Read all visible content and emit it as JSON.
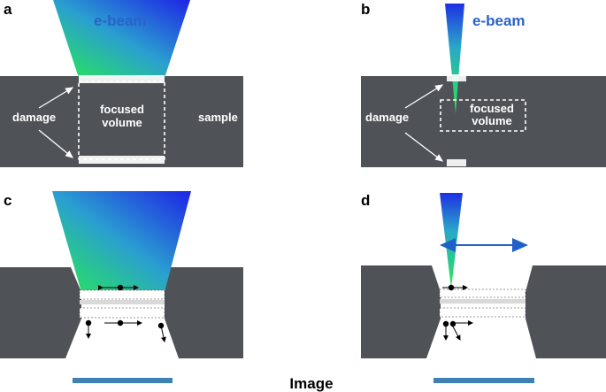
{
  "panels": {
    "a": {
      "letter": "a",
      "beam_label": "e-beam",
      "damage_label": "damage",
      "focused_label_line1": "focused",
      "focused_label_line2": "volume",
      "sample_label": "sample"
    },
    "b": {
      "letter": "b",
      "beam_label": "e-beam",
      "damage_label": "damage",
      "focused_label_line1": "focused",
      "focused_label_line2": "volume"
    },
    "c": {
      "letter": "c"
    },
    "d": {
      "letter": "d"
    }
  },
  "image_label": "Image",
  "colors": {
    "sample": "#4f5358",
    "beam_green": "#29e85a",
    "beam_blue": "#1f2ee0",
    "image_bar": "#3f80b5",
    "arrow_blue": "#2060c8"
  }
}
